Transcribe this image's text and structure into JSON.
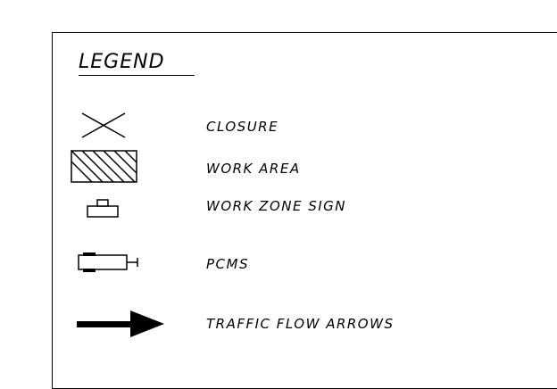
{
  "legend": {
    "title": "LEGEND",
    "items": [
      {
        "icon": "closure-x-icon",
        "label": "CLOSURE"
      },
      {
        "icon": "hatched-work-area-icon",
        "label": "WORK AREA"
      },
      {
        "icon": "work-zone-sign-icon",
        "label": "WORK ZONE SIGN"
      },
      {
        "icon": "pcms-icon",
        "label": "PCMS"
      },
      {
        "icon": "traffic-flow-arrow-icon",
        "label": "TRAFFIC FLOW ARROWS"
      }
    ]
  },
  "colors": {
    "line": "#000000",
    "background": "#ffffff"
  }
}
